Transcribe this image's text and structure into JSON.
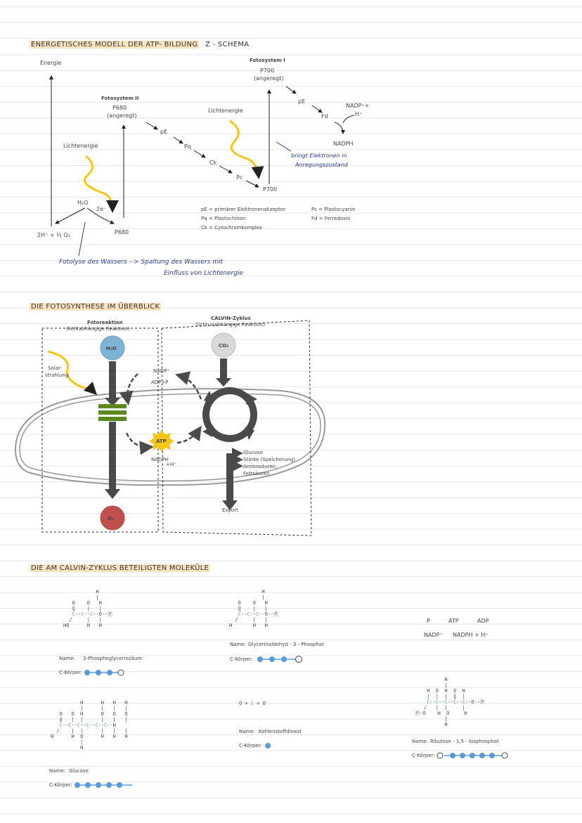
{
  "zschema": {
    "title": "ENERGETISCHES MODELL DER ATP- BILDUNG",
    "subtitle": "Z - SCHEMA",
    "energie": "Energie",
    "ps2_title": "Fotosystem II",
    "ps2_p680": "P680",
    "ps2_excited": "(angeregt)",
    "ps1_title": "Fotosystem I",
    "ps1_p700": "P700",
    "ps1_excited": "(angeregt)",
    "lichtenergie_1": "Lichtenergie",
    "lichtenergie_2": "Lichtenergie",
    "pE_1": "pE",
    "pq": "Pq",
    "ck": "Ck",
    "pc": "Pc",
    "p700_low": "P700",
    "pE_2": "pE",
    "fd": "Fd",
    "nadp_plus": "NADP⁺+",
    "h_plus": "H⁺",
    "nadph": "NADPH",
    "h2o": "H₂O",
    "two_e": "2e⁻",
    "products": "2H⁺ + ½ O₂",
    "p680_low": "P680",
    "note_bringt_1": "bringt Elektronen in",
    "note_bringt_2": "Anregungszustand",
    "fotolyse_1": "Fotolyse des Wassers --> Spaltung des Wassers mit",
    "fotolyse_2": "Einfluss von Lichtenergie",
    "legend_left": [
      "pE = primärer Elektronenakzeptor",
      "Pq = Plastochinon",
      "Ck = Cytochromkomplex"
    ],
    "legend_right": [
      "Pc = Plastocyanin",
      "Fd = Ferredoxin"
    ]
  },
  "overview": {
    "title": "DIE FOTOSYNTHESE IM ÜBERBLICK",
    "light_title": "Fotoreaktion",
    "light_sub": "(lichtabhängige Reaktion)",
    "calvin_title": "CALVIN-Zyklus",
    "calvin_sub": "(lichtunabhängige Reaktion)",
    "h2o": "H₂O",
    "co2": "CO₂",
    "o2": "O₂",
    "solar_1": "Solar-",
    "solar_2": "strahlung",
    "nadp": "NADP⁺",
    "adp": "ADP+P",
    "atp": "ATP",
    "nadph": "NADPH",
    "nadph_h": "+H⁺",
    "outputs": [
      "Glucose",
      "Stärke (Speicherung)",
      "Aminosäuren,",
      "Fettsäuren"
    ],
    "export": "Export"
  },
  "molecules": {
    "title": "DIE AM CALVIN-ZYKLUS BETEILIGTEN MOLEKÜLE",
    "name_label": "Name:",
    "ck_label": "C-Körper:",
    "m1_name": "3-Phosphoglycerinsäure",
    "m2_name": "Glycerinaldehyd - 3 - Phosphat",
    "m3_name": "Glucose",
    "m4_name": "Kohlenstoffdioxid",
    "m5_name": "Ribulose - 1,5 - bisphosphat",
    "key_row1": [
      "P",
      "ATP",
      "ADP"
    ],
    "key_row2": [
      "NADP⁺",
      "NADPH + H⁺"
    ]
  },
  "colors": {
    "highlight": "#fbe3bf",
    "yellow": "#f5c518",
    "blue_circle": "#7fb3d5",
    "red_circle": "#c0504d",
    "green": "#5a8a1f",
    "arrow": "#4a4a4a",
    "ink_blue": "#2b3a8f"
  }
}
